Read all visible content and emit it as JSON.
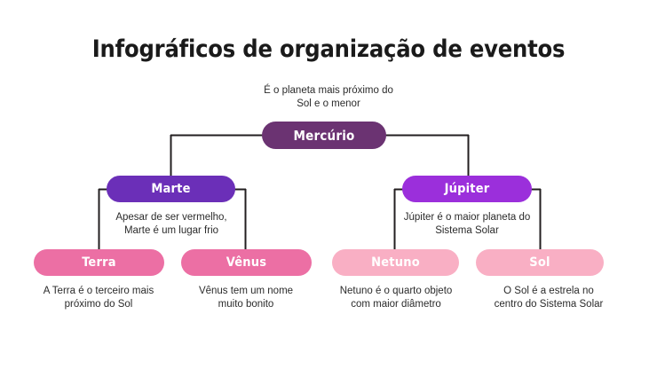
{
  "header": {
    "title": "Infográficos de organização de eventos"
  },
  "theme": {
    "background": "#ffffff",
    "title_color": "#1a1a1a",
    "caption_color": "#2b2b2b",
    "connector_color": "#231f20",
    "node_label_color": "#ffffff"
  },
  "diagram": {
    "type": "org-chart",
    "levels": 3,
    "nodes": [
      {
        "id": "mercurio",
        "label": "Mercúrio",
        "caption": "É o planeta mais próximo do Sol e o menor",
        "caption_lines": [
          "É o planeta mais próximo do",
          "Sol e o menor"
        ],
        "color": "#6b3372",
        "level": 1,
        "parent": null
      },
      {
        "id": "marte",
        "label": "Marte",
        "caption": "Apesar de ser vermelho, Marte é um lugar frio",
        "caption_lines": [
          "Apesar de ser vermelho,",
          "Marte é um lugar frio"
        ],
        "color": "#6b2fb8",
        "level": 2,
        "parent": "mercurio"
      },
      {
        "id": "jupiter",
        "label": "Júpiter",
        "caption": "Júpiter é o maior planeta do Sistema Solar",
        "caption_lines": [
          "Júpiter é o maior planeta do",
          "Sistema Solar"
        ],
        "color": "#9b2fdb",
        "level": 2,
        "parent": "mercurio"
      },
      {
        "id": "terra",
        "label": "Terra",
        "caption": "A Terra é o terceiro mais próximo do Sol",
        "caption_lines": [
          "A Terra é o terceiro mais",
          "próximo do Sol"
        ],
        "color": "#ec6fa4",
        "level": 3,
        "parent": "marte"
      },
      {
        "id": "venus",
        "label": "Vênus",
        "caption": "Vênus tem um nome muito bonito",
        "caption_lines": [
          "Vênus tem um nome",
          "muito bonito"
        ],
        "color": "#ec6fa4",
        "level": 3,
        "parent": "marte"
      },
      {
        "id": "netuno",
        "label": "Netuno",
        "caption": "Netuno é o quarto objeto com maior diâmetro",
        "caption_lines": [
          "Netuno é o quarto objeto",
          "com maior diâmetro"
        ],
        "color": "#f9afc4",
        "level": 3,
        "parent": "jupiter"
      },
      {
        "id": "sol",
        "label": "Sol",
        "caption": "O Sol é a estrela no centro do Sistema Solar",
        "caption_lines": [
          "O Sol é a estrela no",
          "centro do Sistema Solar"
        ],
        "color": "#f9afc4",
        "level": 3,
        "parent": "jupiter"
      }
    ]
  }
}
